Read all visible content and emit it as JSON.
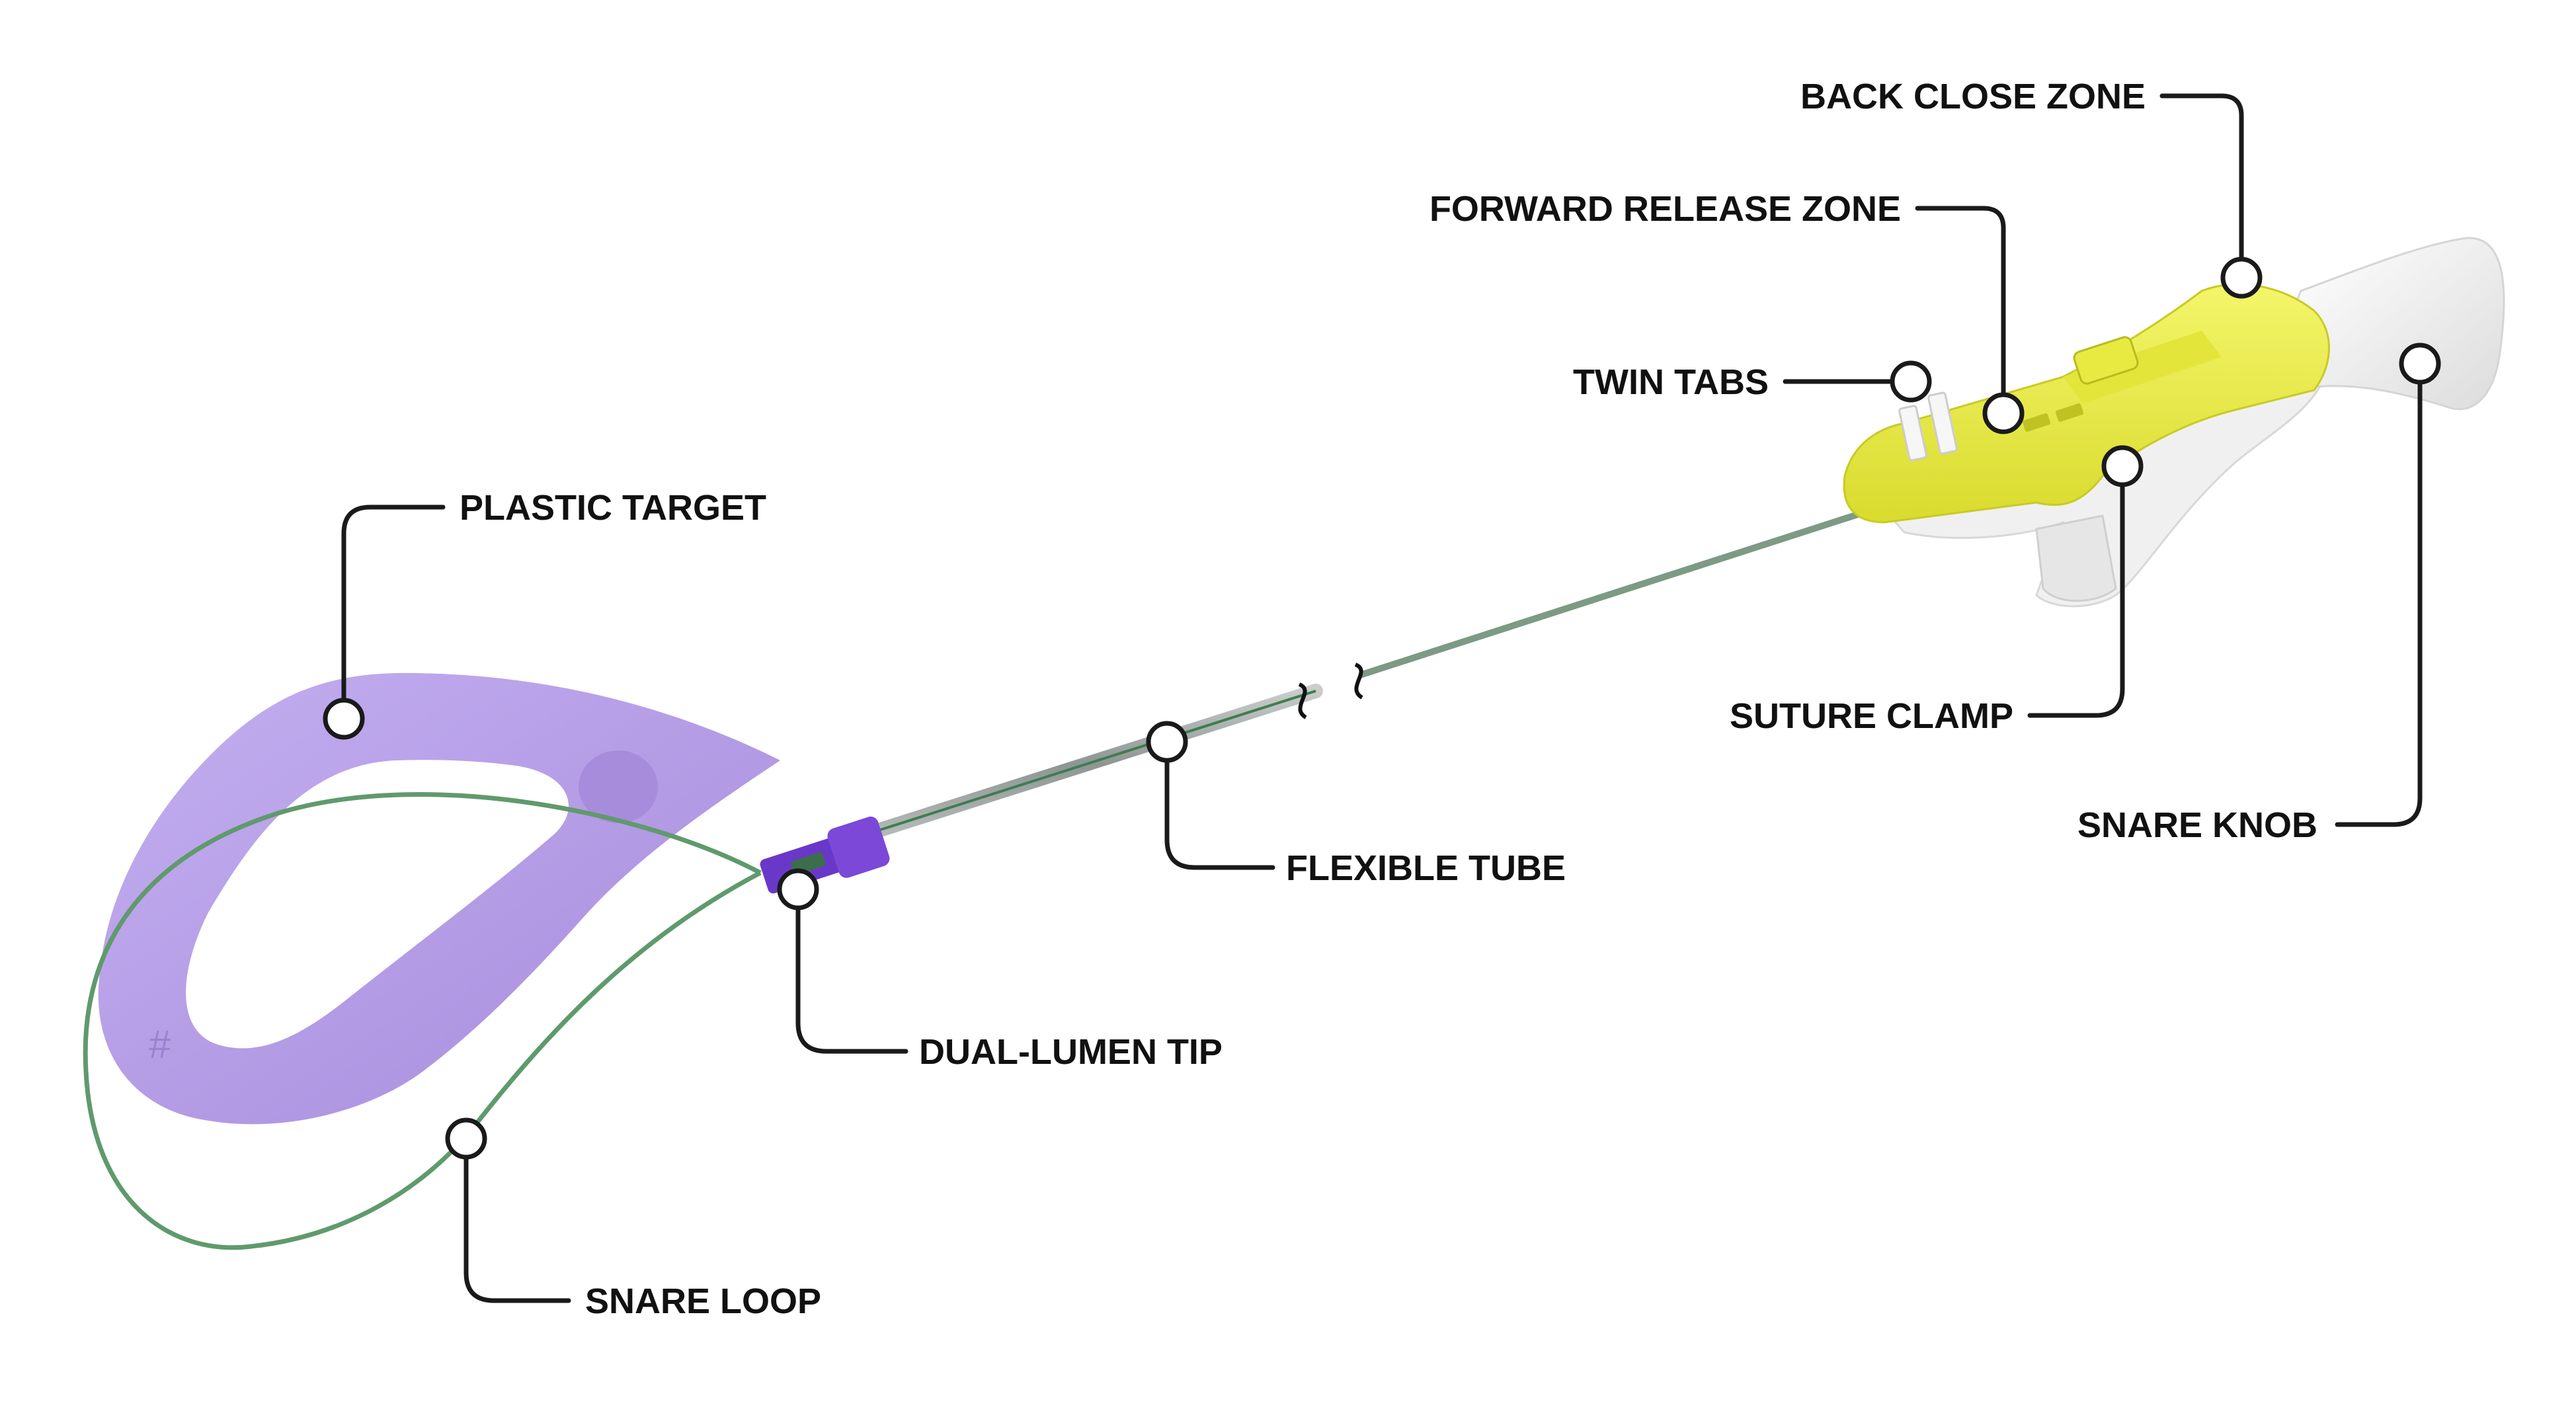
{
  "labels": {
    "back_close_zone": "BACK CLOSE ZONE",
    "forward_release_zone": "FORWARD RELEASE ZONE",
    "twin_tabs": "TWIN TABS",
    "plastic_target": "PLASTIC TARGET",
    "suture_clamp": "SUTURE CLAMP",
    "snare_knob": "SNARE KNOB",
    "flexible_tube": "FLEXIBLE TUBE",
    "dual_lumen_tip": "DUAL-LUMEN TIP",
    "snare_loop": "SNARE LOOP"
  },
  "colors": {
    "target_purple": "#b9a2e6",
    "tip_purple": "#6a38c9",
    "snare_green": "#5f9a6c",
    "handle_yellow": "#eef04f",
    "handle_white": "#f2f2f2",
    "tube_gray": "#9aa0a0",
    "leader_black": "#1a1a1a"
  }
}
